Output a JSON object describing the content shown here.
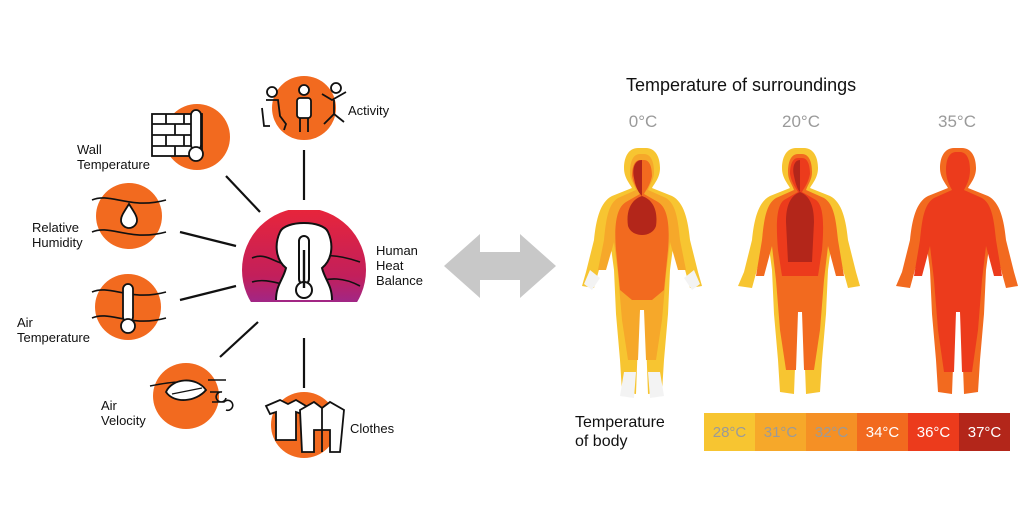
{
  "factors": {
    "wall_temperature": [
      "Wall",
      "Temperature"
    ],
    "activity": "Activity",
    "relative_humidity": [
      "Relative",
      "Humidity"
    ],
    "air_temperature": [
      "Air",
      "Temperature"
    ],
    "air_velocity": [
      "Air",
      "Velocity"
    ],
    "clothes": "Clothes",
    "human_heat_balance": [
      "Human",
      "Heat",
      "Balance"
    ]
  },
  "surroundings": {
    "title": "Temperature of surroundings",
    "temperatures": [
      "0°C",
      "20°C",
      "35°C"
    ]
  },
  "body_scale": {
    "label": [
      "Temperature",
      "of body"
    ],
    "cells": [
      {
        "label": "28°C",
        "color": "#f7c531",
        "text_color": "#9a9a9a"
      },
      {
        "label": "31°C",
        "color": "#f6a82a",
        "text_color": "#9a9a9a"
      },
      {
        "label": "32°C",
        "color": "#f59025",
        "text_color": "#9a9a9a"
      },
      {
        "label": "34°C",
        "color": "#f26a1f",
        "text_color": "#ffffff"
      },
      {
        "label": "36°C",
        "color": "#ec3b1c",
        "text_color": "#ffffff"
      },
      {
        "label": "37°C",
        "color": "#b3261a",
        "text_color": "#ffffff"
      }
    ]
  },
  "colors": {
    "accent_orange": "#f26a1f",
    "arrow_gray": "#c8c8c8"
  }
}
